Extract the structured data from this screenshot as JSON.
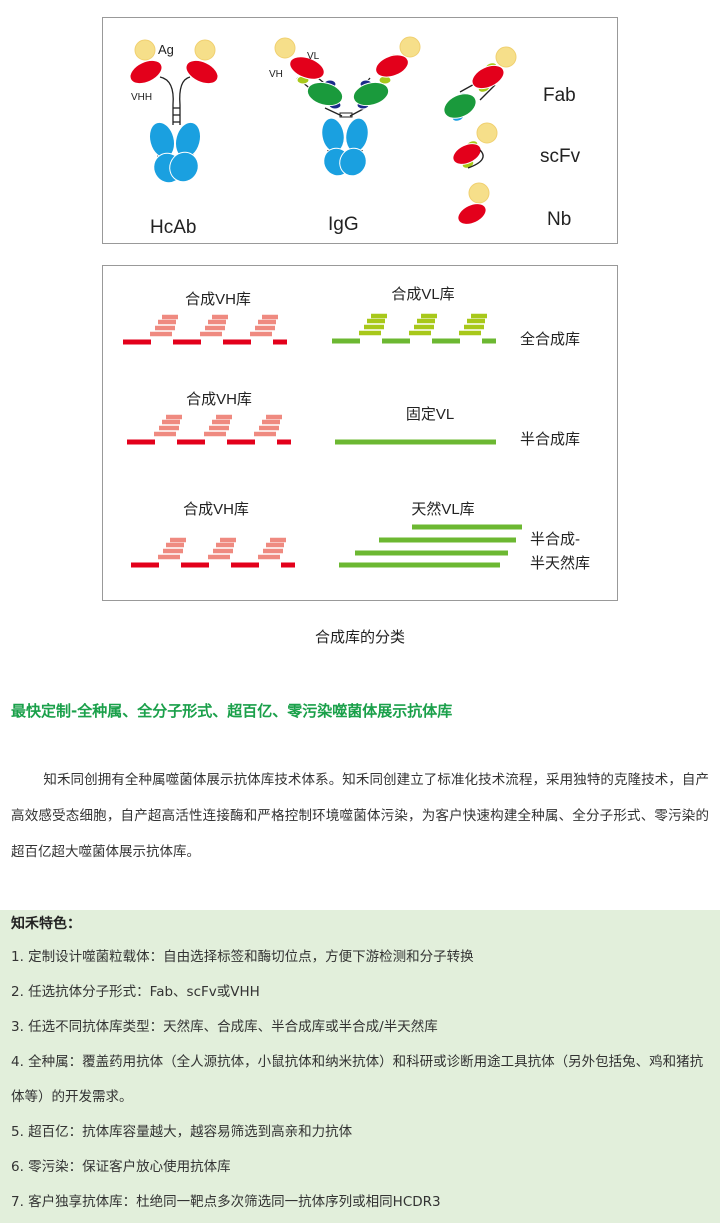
{
  "figure1": {
    "labels": {
      "ag": "Ag",
      "vhh": "VHH",
      "vl": "VL",
      "vh": "VH",
      "hcab": "HcAb",
      "igg": "IgG",
      "fab": "Fab",
      "scfv": "scFv",
      "nb": "Nb"
    }
  },
  "figure2": {
    "rows": [
      {
        "left_label": "合成VH库",
        "right_label": "合成VL库",
        "type_label": "全合成库"
      },
      {
        "left_label": "合成VH库",
        "right_label": "固定VL",
        "type_label": "半合成库"
      },
      {
        "left_label": "合成VH库",
        "right_label": "天然VL库",
        "type_label_line1": "半合成-",
        "type_label_line2": "半天然库"
      }
    ],
    "caption": "合成库的分类"
  },
  "heading": "最快定制-全种属、全分子形式、超百亿、零污染噬菌体展示抗体库",
  "paragraph": "知禾同创拥有全种属噬菌体展示抗体库技术体系。知禾同创建立了标准化技术流程，采用独特的克隆技术，自产高效感受态细胞，自产超高活性连接酶和严格控制环境噬菌体污染，为客户快速构建全种属、全分子形式、零污染的超百亿超大噬菌体展示抗体库。",
  "features": {
    "title": "知禾特色：",
    "items": [
      "1. 定制设计噬菌粒载体：自由选择标签和酶切位点，方便下游检测和分子转换",
      "2. 任选抗体分子形式：Fab、scFv或VHH",
      "3. 任选不同抗体库类型：天然库、合成库、半合成库或半合成/半天然库",
      "4. 全种属：覆盖药用抗体（全人源抗体，小鼠抗体和纳米抗体）和科研或诊断用途工具抗体（另外包括兔、鸡和猪抗体等）的开发需求。",
      "5. 超百亿：抗体库容量越大，越容易筛选到高亲和力抗体",
      "6. 零污染：保证客户放心使用抗体库",
      "7. 客户独享抗体库：杜绝同一靶点多次筛选同一抗体序列或相同HCDR3"
    ]
  },
  "colors": {
    "heading": "#1aa04a",
    "feature_bg": "#e2efdb",
    "red": "#e3001b",
    "pink": "#ef8a80",
    "green": "#6cb832",
    "lime": "#a8c81a",
    "blue": "#1aa0e0",
    "dark_green": "#1a9a3c",
    "navy": "#1a2a8a",
    "antigen": "#f6df8a"
  }
}
